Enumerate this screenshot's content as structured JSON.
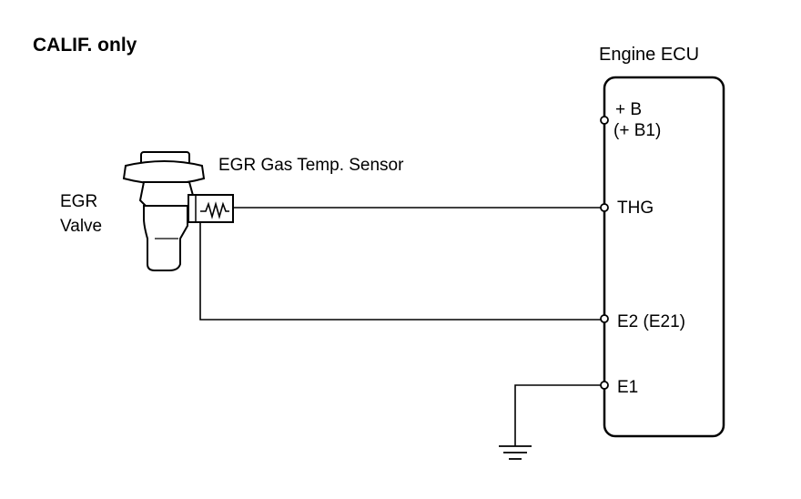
{
  "header": {
    "note": "CALIF. only"
  },
  "ecu": {
    "title": "Engine ECU",
    "terminals": {
      "plus_b": "+ B",
      "plus_b_alt": "(+ B1)",
      "thg": "THG",
      "e2": "E2 (E21)",
      "e1": "E1"
    }
  },
  "sensor": {
    "label": "EGR Gas Temp. Sensor"
  },
  "valve": {
    "label_line1": "EGR",
    "label_line2": "Valve"
  },
  "colors": {
    "line": "#000000",
    "background": "#ffffff"
  }
}
